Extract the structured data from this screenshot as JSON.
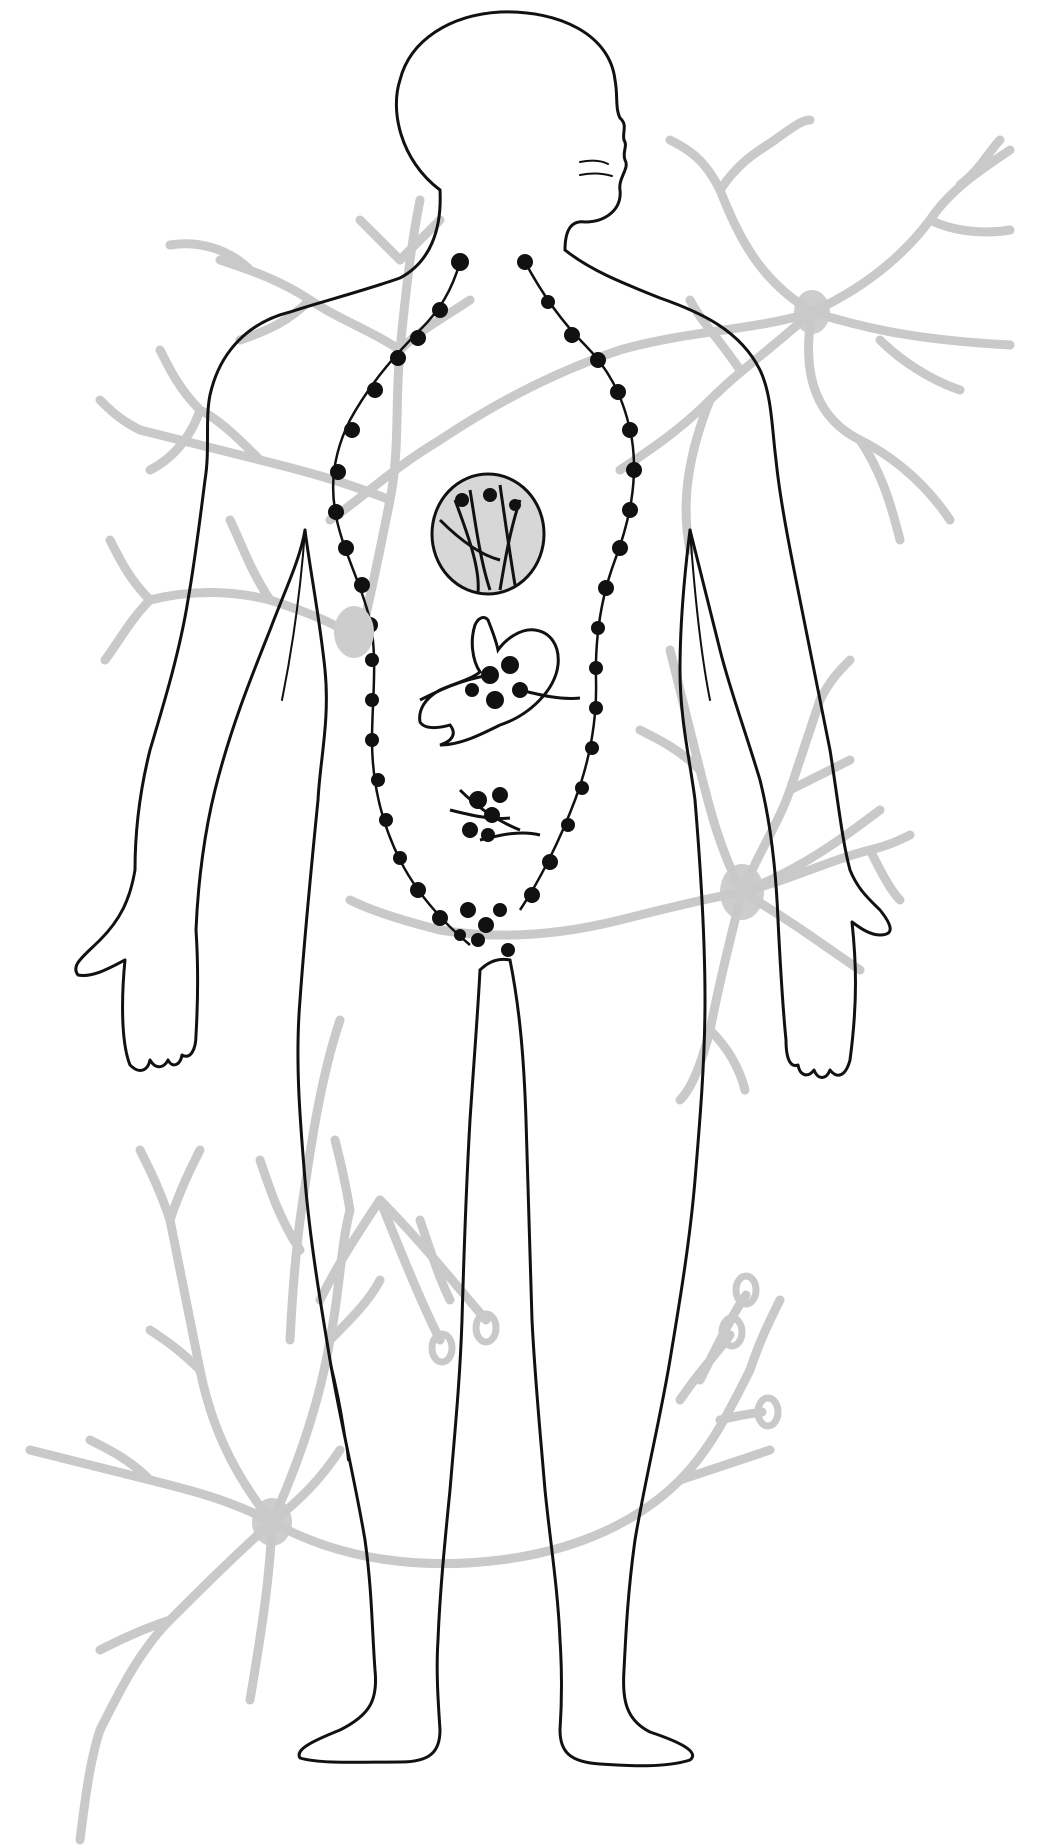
{
  "figure": {
    "description_labels": [],
    "colors": {
      "background": "#ffffff",
      "outline": "#111111",
      "neuron": "#c9c9c9",
      "ganglion": "#111111"
    },
    "icons": [
      "human-body-outline",
      "neuron-cell",
      "sympathetic-chain",
      "heart",
      "stomach",
      "intestine-plexus",
      "pelvic-plexus"
    ]
  }
}
